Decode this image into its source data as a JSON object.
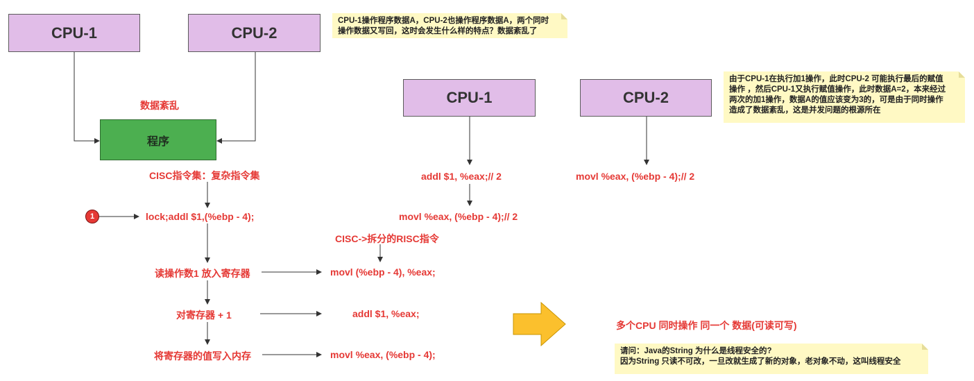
{
  "left_diagram": {
    "cpu1": "CPU-1",
    "cpu2": "CPU-2",
    "chaos_label": "数据紊乱",
    "program": "程序",
    "cisc_title": "CISC指令集：复杂指令集",
    "badge": "1",
    "lock_instr": "lock;addl $1,(%ebp - 4);",
    "step_read": "读操作数1 放入寄存器",
    "step_add": "对寄存器 + 1",
    "step_write": "将寄存器的值写入内存",
    "risc_title": "CISC->拆分的RISC指令",
    "risc_read": "movl (%ebp - 4), %eax;",
    "risc_add": "addl $1, %eax;",
    "risc_write": "movl %eax, (%ebp - 4);"
  },
  "right_diagram": {
    "cpu1": "CPU-1",
    "cpu2": "CPU-2",
    "cpu1_instr1": "addl $1, %eax;// 2",
    "cpu1_instr2": "movl %eax, (%ebp - 4);// 2",
    "cpu2_instr": "movl %eax, (%ebp - 4);// 2",
    "multi_cpu_label": "多个CPU 同时操作 同一个 数据(可读可写)"
  },
  "notes": {
    "note1": [
      "CPU-1操作程序数据A，CPU-2也操作程序数据A，两个同时",
      "操作数据又写回，这时会发生什么样的特点？数据紊乱了"
    ],
    "note2": [
      "由于CPU-1在执行加1操作，此时CPU-2 可能执行最后的赋值",
      "操作 ，然后CPU-1又执行赋值操作，此时数据A=2，本来经过",
      "两次的加1操作，数据A的值应该变为3的，可是由于同时操作",
      "造成了数据紊乱，这是并发问题的根源所在"
    ],
    "note3": [
      "请问：Java的String 为什么是线程安全的?",
      "因为String 只读不可改，一旦改就生成了新的对象，老对象不动，这叫线程安全"
    ]
  },
  "colors": {
    "cpu_box": "#e1bde8",
    "program_box": "#4caf50",
    "red_text": "#e53935",
    "note_bg": "#fff9c4",
    "arrow_shape": "#fbc02d"
  }
}
